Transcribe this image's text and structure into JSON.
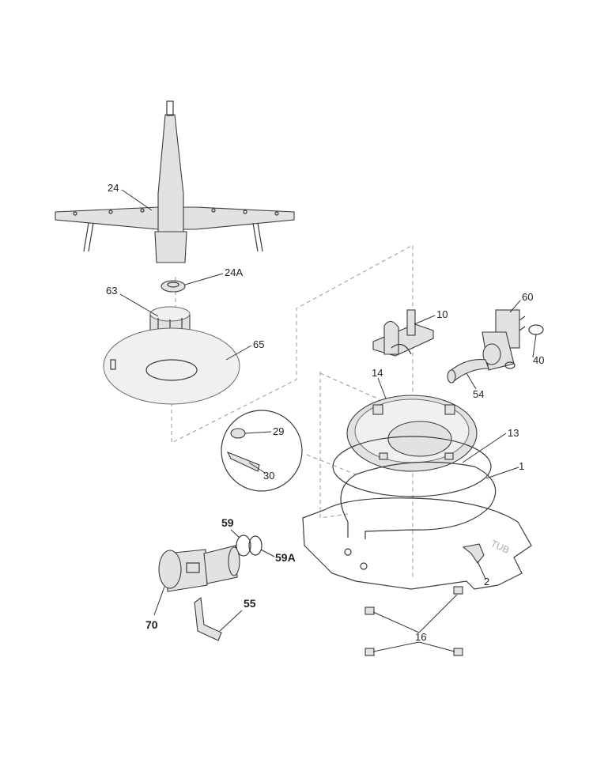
{
  "callouts": {
    "c24": "24",
    "c24A": "24A",
    "c63": "63",
    "c65": "65",
    "c10": "10",
    "c60": "60",
    "c40": "40",
    "c54": "54",
    "c14": "14",
    "c13": "13",
    "c1": "1",
    "c29": "29",
    "c30": "30",
    "c59": "59",
    "c59A": "59A",
    "c55": "55",
    "c70": "70",
    "c2": "2",
    "c16": "16"
  },
  "tub_label": "TUB",
  "colors": {
    "line": "#3a3a3a",
    "fill": "#e2e2e2",
    "dash": "#9a9a9a"
  }
}
